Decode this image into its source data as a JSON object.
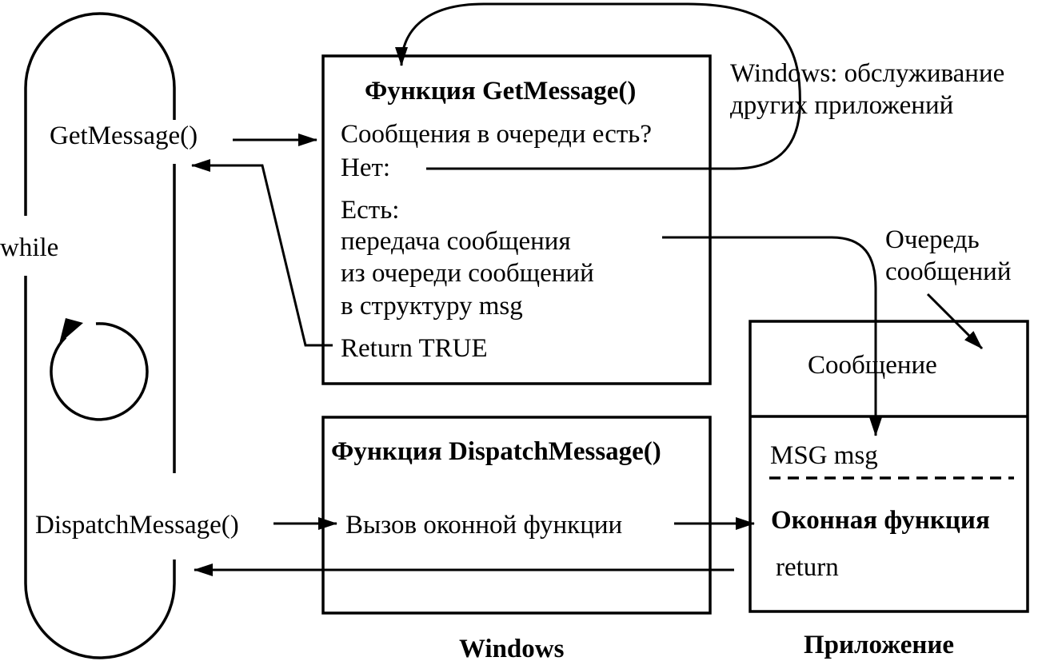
{
  "loop": {
    "label_while": "while",
    "label_getmessage": "GetMessage()",
    "label_dispatchmessage": "DispatchMessage()"
  },
  "getmessage_box": {
    "title": "Функция GetMessage()",
    "question": "Сообщения в очереди есть?",
    "no": "Нет:",
    "yes": "Есть:",
    "yes_line1": "передача сообщения",
    "yes_line2": "из очереди сообщений",
    "yes_line3": "в структуру msg",
    "return": "Return TRUE"
  },
  "windows_service": {
    "line1": "Windows: обслуживание",
    "line2": "других приложений"
  },
  "queue_label": {
    "line1": "Очередь",
    "line2": "сообщений"
  },
  "dispatch_box": {
    "title": "Функция DispatchMessage()",
    "call": "Вызов оконной функции"
  },
  "app_box": {
    "message": "Сообщение",
    "msg_struct": "MSG  msg",
    "window_function": "Оконная функция",
    "return": "return"
  },
  "footer": {
    "windows": "Windows",
    "application": "Приложение"
  }
}
